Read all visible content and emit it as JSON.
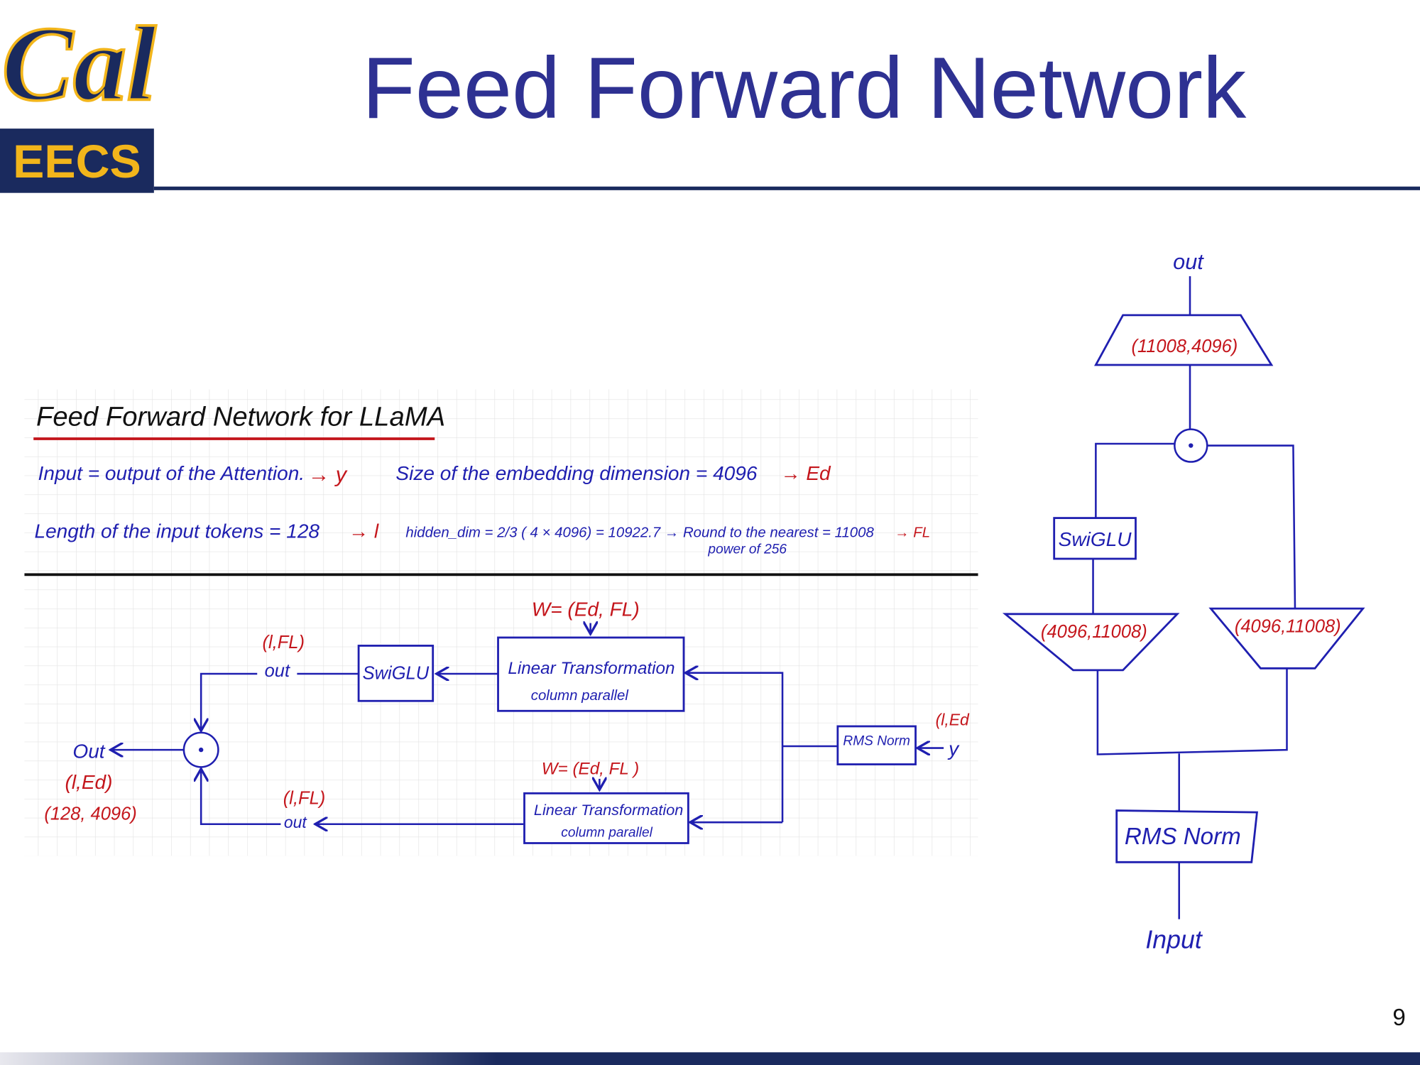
{
  "slide": {
    "title": "Feed Forward Network",
    "page_number": "9",
    "logo": {
      "top": "Cal",
      "bottom": "EECS"
    },
    "colors": {
      "title": "#2e3192",
      "navy": "#1a2a5e",
      "gold": "#f2b51b",
      "ink_blue": "#1f1fb0",
      "ink_red": "#c4161c"
    }
  },
  "notes": {
    "heading": "Feed Forward Network for LLaMA",
    "line1_left": "Input = output of the Attention.",
    "line1_left_var": "→ y",
    "line1_right": "Size of the embedding dimension = 4096",
    "line1_right_var": "→ Ed",
    "line2_left": "Length of the input tokens = 128",
    "line2_left_var": "→ l",
    "line2_right": "hidden_dim = 2/3 ( 4 × 4096) = 10922.7 → Round to the nearest = 11008",
    "line2_right_var": "→ FL",
    "line2_sub": "power of 256",
    "diagram": {
      "w_top": "W= (Ed, FL)",
      "w_bottom": "W= (Ed, FL )",
      "linear_label": "Linear Transformation",
      "linear_sub": "column parallel",
      "swiglu": "SwiGLU",
      "out_top": "out",
      "shape_top": "(l,FL)",
      "out_bottom": "out",
      "shape_bottom": "(l,FL)",
      "final_out": "Out",
      "final_shape": "(l,Ed)",
      "final_dims": "(128, 4096)",
      "rms": "RMS Norm",
      "input_var": "y",
      "input_shape": "(l,Ed"
    }
  },
  "flow": {
    "out": "out",
    "w_out": "(11008,4096)",
    "swiglu": "SwiGLU",
    "w_left": "(4096,11008)",
    "w_right": "(4096,11008)",
    "rms": "RMS Norm",
    "input": "Input"
  }
}
